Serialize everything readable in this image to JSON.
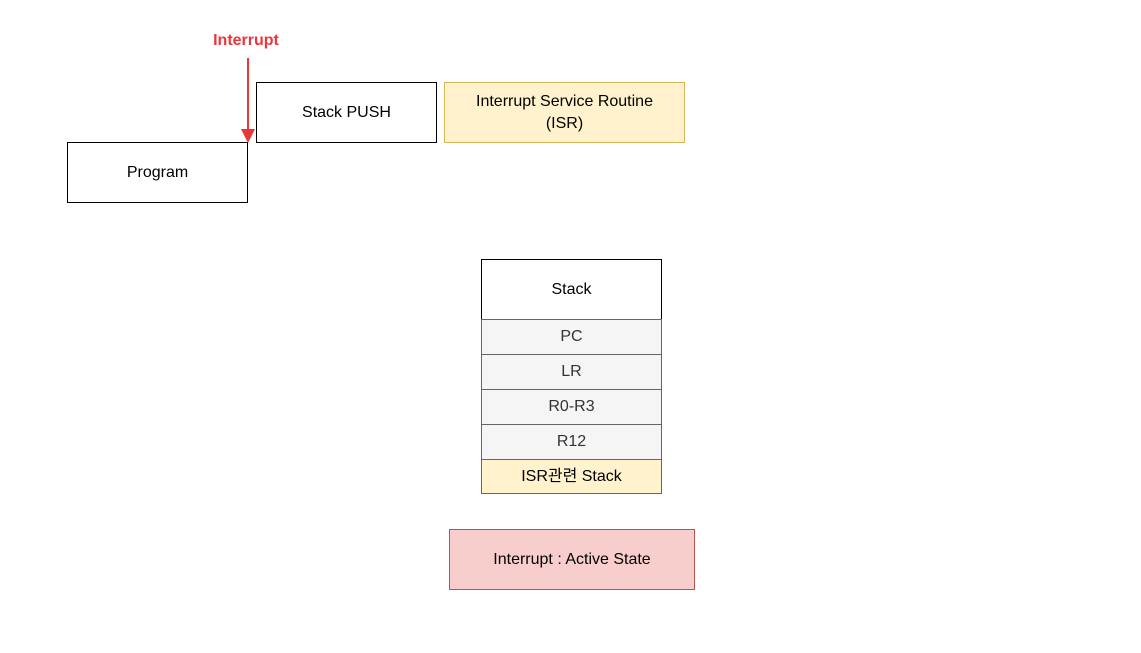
{
  "diagram": {
    "interrupt_label": "Interrupt",
    "program": "Program",
    "stack_push": "Stack PUSH",
    "isr": {
      "line1": "Interrupt Service Routine",
      "line2": "(ISR)"
    },
    "stack": {
      "title": "Stack",
      "cells": [
        "PC",
        "LR",
        "R0-R3",
        "R12",
        "ISR관련 Stack"
      ]
    },
    "active_state": "Interrupt : Active State"
  },
  "colors": {
    "interrupt_red": "#e8363a",
    "isr_fill": "#fff2cc",
    "isr_border": "#d6b656",
    "active_fill": "#f8cecc",
    "active_border": "#b85450",
    "cell_fill": "#f5f5f5"
  }
}
